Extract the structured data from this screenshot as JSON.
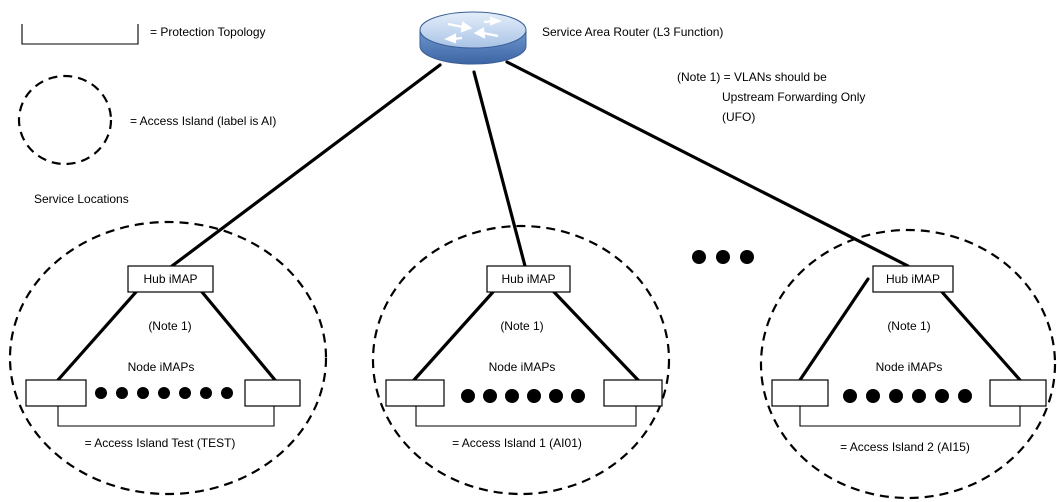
{
  "legend": {
    "protection_label": "= Protection Topology",
    "access_island_label": "= Access Island (label is AI)"
  },
  "router": {
    "label": "Service Area Router (L3 Function)",
    "icon": "router-icon"
  },
  "note": {
    "line1": "(Note 1) = VLANs should be",
    "line2": "Upstream Forwarding Only",
    "line3": "(UFO)"
  },
  "service_locations_label": "Service Locations",
  "more_indicator": "ellipsis-dots",
  "islands": [
    {
      "hub_label": "Hub iMAP",
      "note_label": "(Note 1)",
      "nodes_label": "Node iMAPs",
      "caption": "= Access Island Test (TEST)"
    },
    {
      "hub_label": "Hub iMAP",
      "note_label": "(Note 1)",
      "nodes_label": "Node iMAPs",
      "caption": "= Access Island 1 (AI01)"
    },
    {
      "hub_label": "Hub iMAP",
      "note_label": "(Note 1)",
      "nodes_label": "Node iMAPs",
      "caption": "= Access Island 2 (AI15)"
    }
  ],
  "colors": {
    "router_top": "#c9dcf2",
    "router_side": "#5d86c2",
    "line": "#000000"
  }
}
